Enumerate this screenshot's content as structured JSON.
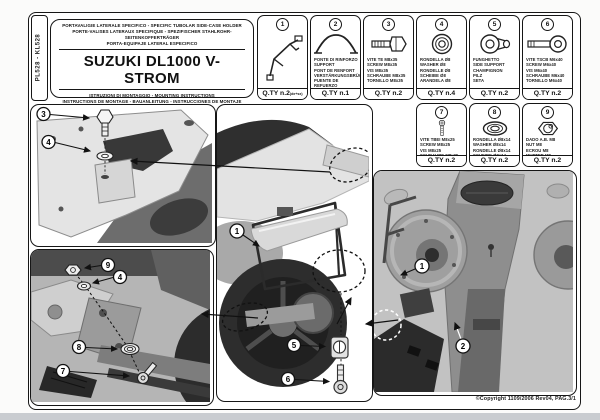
{
  "page": {
    "product_code": "PL528 - KL528",
    "copyright": "©Copyright 1109/2006 Rev04, PAG.3/1"
  },
  "title_block": {
    "subtitle_lines": [
      "PORTAVALIGIE LATERALE SPECIFICO  -  SPECIFIC TUBOLAR SIDE-CASE HOLDER",
      "PORTE-VALISES LATERAUX SPECIFIQUE  -  SPEZIFISCHER STAHLROHR-SEITENKOFFERTRÄGER",
      "PORTA-EQUIPAJE LATERAL ESPECIFICO"
    ],
    "title": "SUZUKI DL1000 V-STROM",
    "instruction_lines": [
      "ISTRUZIONI DI MONTAGGIO  -  MOUNTING INSTRUCTIONS",
      "INSTRUCTIONS DE MONTAGE - BAUANLEITUNG - INSTRUCCIONES DE MONTAJE"
    ]
  },
  "parts": [
    {
      "num": "1",
      "icon": "tubular-side-holder",
      "desc_lines": [],
      "qty": "Q.TY n.2",
      "qty_note": "(dx+sx)"
    },
    {
      "num": "2",
      "icon": "reinforcement-bridge",
      "desc_lines": [
        "PONTE DI RINFORZO",
        "SUPPORT",
        "PONT DE RENFORT",
        "VERSTÄRKUNGSBRÜCKE",
        "PUENTE DE REFUERZO"
      ],
      "qty": "Q.TY n.1",
      "qty_note": ""
    },
    {
      "num": "3",
      "icon": "hex-bolt",
      "desc_lines": [
        "VITE TE M8x35",
        "SCREW M8x35",
        "VIS M8x35",
        "SCHRAUBE M8x35",
        "TORNILLO M8x35"
      ],
      "qty": "Q.TY n.2",
      "qty_note": ""
    },
    {
      "num": "4",
      "icon": "washer",
      "desc_lines": [
        "RONDELLA Ø8",
        "WASHER Ø8",
        "RONDELLE Ø8",
        "SCHEIBE Ø8",
        "ARANDELA Ø8"
      ],
      "qty": "Q.TY n.4",
      "qty_note": ""
    },
    {
      "num": "5",
      "icon": "rubber-grommet",
      "desc_lines": [
        "FUNGHETTO",
        "SIDE SUPPORT",
        "CHAMPIGNON",
        "PILZ",
        "SETA"
      ],
      "qty": "Q.TY n.2",
      "qty_note": ""
    },
    {
      "num": "6",
      "icon": "socket-screw",
      "desc_lines": [
        "VITE TSCB M6x40",
        "SCREW M6x40",
        "VIS M6x40",
        "SCHRAUBE M6x40",
        "TORNILLO M6x40"
      ],
      "qty": "Q.TY n.2",
      "qty_note": ""
    },
    {
      "num": "7",
      "icon": "button-head-screw",
      "desc_lines": [
        "VITE TBEI M8x25",
        "SCREW M8x25",
        "VIS M8x25",
        "SCHRAUBE M8x25",
        "TORNILLO M8x25"
      ],
      "qty": "Q.TY n.2",
      "qty_note": ""
    },
    {
      "num": "8",
      "icon": "oval-washer",
      "desc_lines": [
        "RONDELLA Ø8x14",
        "WASHER Ø8x14",
        "RONDELLE Ø8x14",
        "SCHEIBE Ø8x14",
        "ARANDELA Ø8x14"
      ],
      "qty": "Q.TY n.2",
      "qty_note": ""
    },
    {
      "num": "9",
      "icon": "nut",
      "desc_lines": [
        "DADO A.B. M8",
        "NUT M8",
        "ECROU M8",
        "MUTTER M8",
        "TUERCA M8"
      ],
      "qty": "Q.TY n.2",
      "qty_note": ""
    }
  ],
  "diagrams": {
    "top_left": {
      "callouts": [
        "3",
        "4"
      ]
    },
    "bottom_left": {
      "callouts": [
        "9",
        "4",
        "8",
        "7"
      ]
    },
    "center": {
      "callouts": [
        "1",
        "5",
        "6"
      ]
    },
    "right": {
      "callouts": [
        "1",
        "2"
      ]
    }
  }
}
